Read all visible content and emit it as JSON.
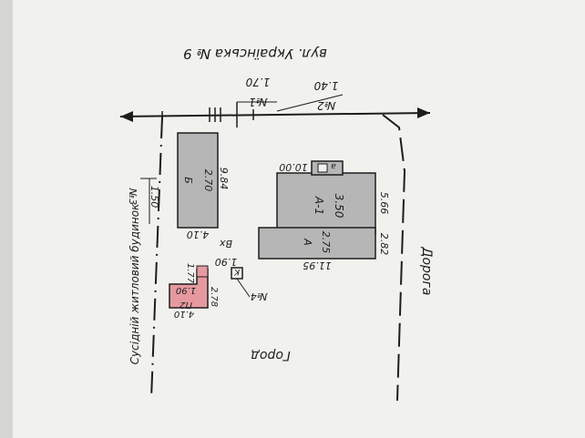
{
  "texts": {
    "street": "вул. Українська № 9",
    "road": "Дорога",
    "garden": "Город",
    "neighbor": "Сусідній житловий будинок",
    "n1_label": "№1",
    "n1_value": "1.70",
    "n2_label": "№2",
    "n2_value": "1.40",
    "n3_label": "№3",
    "n3_value": "1.50",
    "n4_label": "№4",
    "n4_symbol": "K",
    "entrance_label": "Вх",
    "entrance_value": "1.90",
    "dim_1_77": "1.77",
    "dim_2_78": "2.78",
    "dim_4_10_pz": "4.10",
    "pz_label": "П2",
    "pz_value": "1.90",
    "b_label": "Б",
    "b_value": "2.70",
    "dim_9_84": "9.84",
    "dim_4_10_b": "4.10",
    "a_label": "А",
    "a_value": "2.75",
    "a1_label": "А-1",
    "a1_value": "3.50",
    "dim_10_00": "10.00",
    "small_a": "а",
    "dim_5_66": "5.66",
    "dim_2_82": "2.82",
    "dim_11_95": "11.95"
  },
  "colors": {
    "paper": "#f1f1ee",
    "building_fill": "#b6b6b6",
    "pink_fill": "#e69aa0",
    "line": "#1d1d1d"
  }
}
